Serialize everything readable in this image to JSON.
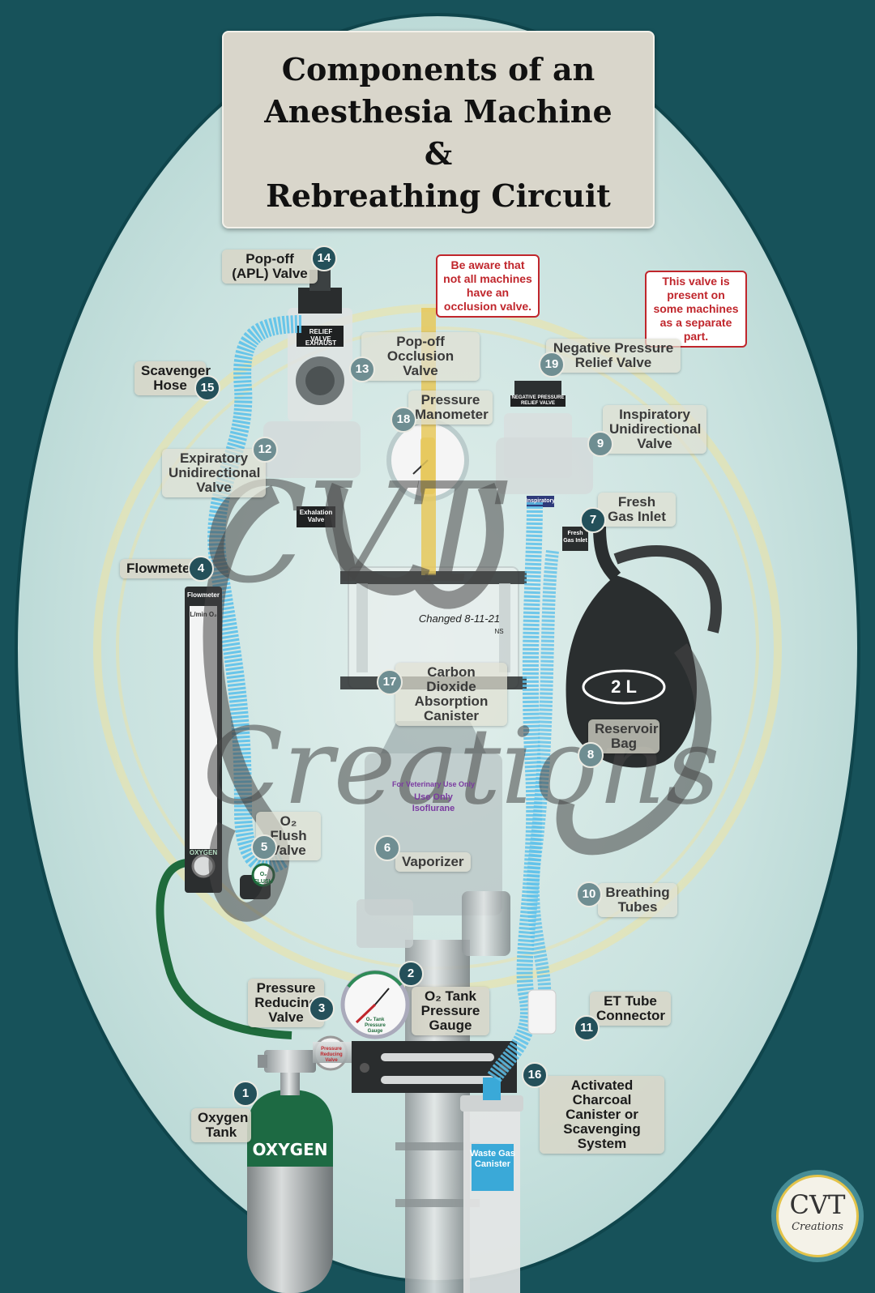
{
  "title": {
    "line1": "Components of an",
    "line2": "Anesthesia Machine",
    "line3": "&",
    "line4": "Rebreathing Circuit"
  },
  "components": [
    {
      "num": "1",
      "label": "Oxygen Tank"
    },
    {
      "num": "2",
      "label": "O₂ Tank Pressure Gauge"
    },
    {
      "num": "3",
      "label": "Pressure Reducing Valve"
    },
    {
      "num": "4",
      "label": "Flowmeter"
    },
    {
      "num": "5",
      "label": "O₂ Flush Valve"
    },
    {
      "num": "6",
      "label": "Vaporizer"
    },
    {
      "num": "7",
      "label": "Fresh Gas Inlet"
    },
    {
      "num": "8",
      "label": "Reservoir Bag"
    },
    {
      "num": "9",
      "label": "Inspiratory Unidirectional Valve"
    },
    {
      "num": "10",
      "label": "Breathing Tubes"
    },
    {
      "num": "11",
      "label": "ET Tube Connector"
    },
    {
      "num": "12",
      "label": "Expiratory Unidirectional Valve"
    },
    {
      "num": "13",
      "label": "Pop-off Occlusion Valve"
    },
    {
      "num": "14",
      "label": "Pop-off (APL) Valve"
    },
    {
      "num": "15",
      "label": "Scavenger Hose"
    },
    {
      "num": "16",
      "label": "Activated Charcoal Canister or Scavenging System"
    },
    {
      "num": "17",
      "label": "Carbon Dioxide Absorption Canister"
    },
    {
      "num": "18",
      "label": "Pressure Manometer"
    },
    {
      "num": "19",
      "label": "Negative Pressure Relief Valve"
    }
  ],
  "notes": {
    "occlusion": "Be aware that not all machines have an occlusion valve.",
    "negative_pressure": "This valve is present on some machines as a separate part."
  },
  "device_text": {
    "oxygen_tank": "OXYGEN",
    "relief_valve": "RELIEF VALVE",
    "exhaust": "EXHAUST",
    "negative_pressure_tag": "NEGATIVE PRESSURE RELIEF VALVE",
    "exhalation_valve": "Exhalation Valve",
    "inspiratory_tag": "Inspiratory",
    "fresh_gas_inlet_tag": "Fresh Gas Inlet",
    "flowmeter_tag": "Flowmeter",
    "flowmeter_units": "L/min O₂",
    "flowmeter_footer": "OXYGEN",
    "o2_flush_tag": "O₂ FLUSH",
    "bag_size": "2 L",
    "vaporizer_use": "For Veterinary Use Only",
    "vaporizer_agent_use": "Use Only",
    "vaporizer_agent": "Isoflurane",
    "canister_note": "Changed 8-11-21",
    "canister_initials": "NS",
    "waste_gas_canister": "Waste Gas Canister",
    "prv_tag": "Pressure Reducing Valve",
    "gauge_tag": "O₂ Tank Pressure Gauge"
  },
  "watermark": {
    "line1": "CVT",
    "line2": "Creations"
  },
  "logo": {
    "line1": "CVT",
    "line2": "Creations"
  },
  "colors": {
    "background": "#17525a",
    "oval": "#cfe5e2",
    "number_badge": "#24505a",
    "note_red": "#c0262c",
    "tube_blue": "#5cc1ea",
    "oxygen_green": "#1d6a43",
    "hose_green": "#1f6b3c"
  }
}
